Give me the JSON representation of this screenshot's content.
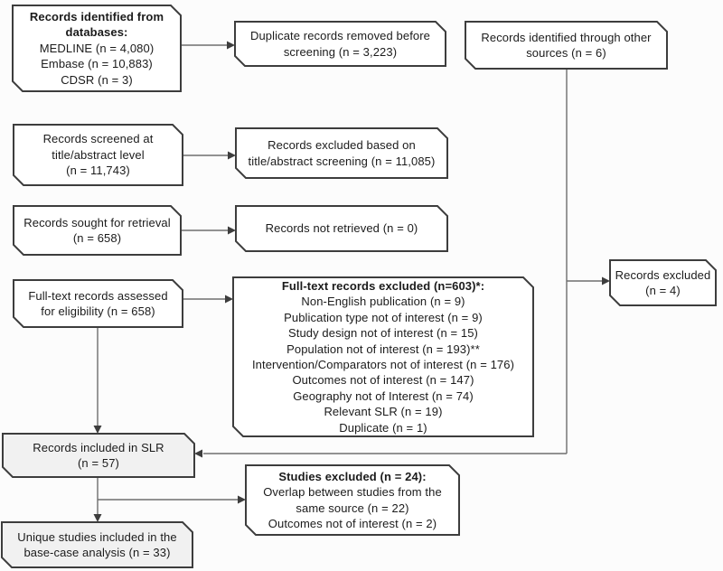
{
  "colors": {
    "box_border": "#3d3d3d",
    "box_fill": "#ffffff",
    "shaded_box_fill": "#f1f1f1",
    "arrow_line": "#6e6e6e",
    "arrow_head": "#3d3d3d"
  },
  "boxes": {
    "identified_databases": {
      "title": "Records identified from\ndatabases:",
      "body": "MEDLINE (n = 4,080)\nEmbase (n = 10,883)\nCDSR (n = 3)"
    },
    "duplicates_removed": {
      "body": "Duplicate records removed before\nscreening (n = 3,223)"
    },
    "other_sources": {
      "body": "Records identified through other\nsources (n = 6)"
    },
    "title_abstract_screened": {
      "body": "Records screened at\ntitle/abstract level\n(n = 11,743)"
    },
    "title_abstract_excluded": {
      "body": "Records excluded based on\ntitle/abstract screening (n = 11,085)"
    },
    "sought_retrieval": {
      "body": "Records sought for retrieval\n(n = 658)"
    },
    "not_retrieved": {
      "body": "Records not retrieved (n = 0)"
    },
    "fulltext_assessed": {
      "body": "Full-text records assessed\nfor eligibility (n = 658)"
    },
    "fulltext_excluded": {
      "title": "Full-text records excluded (n=603)*:",
      "body": "Non-English publication (n = 9)\nPublication type not of interest (n = 9)\nStudy design not of interest (n = 15)\nPopulation not of interest (n = 193)**\nIntervention/Comparators not of interest (n = 176)\nOutcomes not of interest (n = 147)\nGeography not of Interest (n = 74)\nRelevant SLR (n = 19)\nDuplicate (n = 1)"
    },
    "records_excluded_other": {
      "body": "Records excluded\n(n = 4)"
    },
    "included_slr": {
      "body": "Records included in SLR\n(n = 57)"
    },
    "studies_excluded": {
      "title": "Studies excluded (n = 24):",
      "body": "Overlap between studies from the\nsame source (n = 22)\nOutcomes not of interest (n = 2)"
    },
    "unique_studies": {
      "body": "Unique studies included in the\nbase-case analysis (n = 33)"
    }
  }
}
